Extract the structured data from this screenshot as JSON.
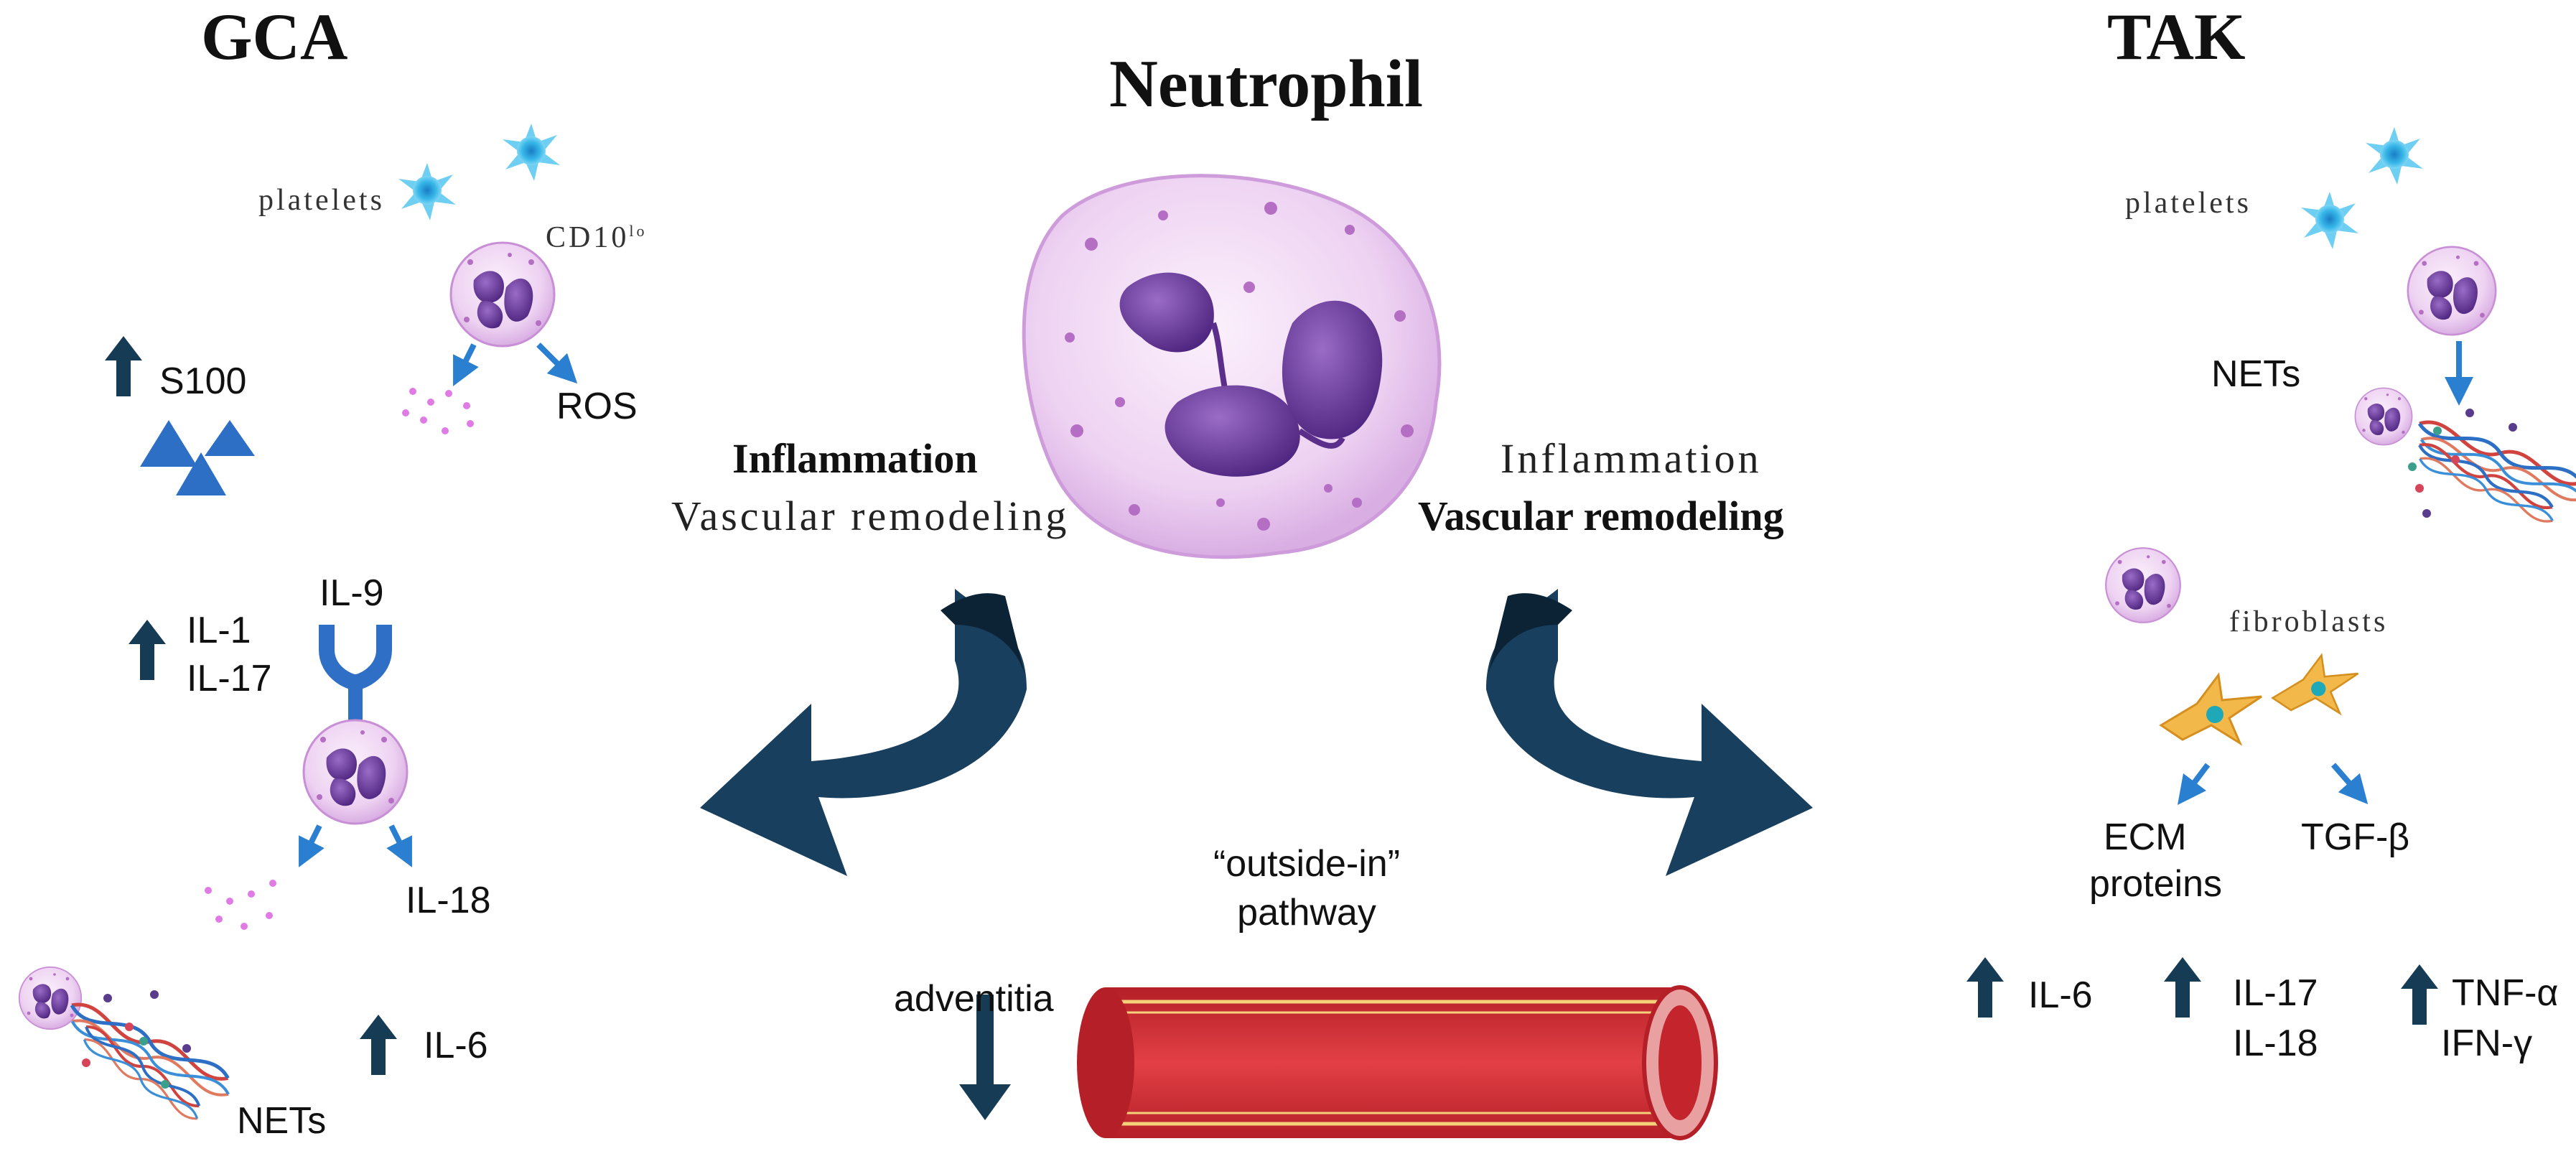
{
  "titles": {
    "left_disease": "GCA",
    "right_disease": "TAK",
    "center": "Neutrophil"
  },
  "center_mechanisms": {
    "left": {
      "primary": "Inflammation",
      "secondary": "Vascular remodeling"
    },
    "right": {
      "secondary": "Inflammation",
      "primary": "Vascular remodeling"
    }
  },
  "pathway_label": "“outside-in” pathway",
  "adventitia_label": "adventitia",
  "gca": {
    "platelets_label": "platelets",
    "cd10_label": "CD10",
    "cd10_superscript": "lo",
    "ros_label": "ROS",
    "s100_label": "S100",
    "il9_label": "IL-9",
    "il1_label": "IL-1",
    "il17_label": "IL-17",
    "il18_label": "IL-18",
    "il6_label": "IL-6",
    "nets_label": "NETs"
  },
  "tak": {
    "platelets_label": "platelets",
    "nets_label": "NETs",
    "fibroblasts_label": "fibroblasts",
    "ecm_label_1": "ECM",
    "ecm_label_2": "proteins",
    "tgfb_label": "TGF-β",
    "il6_label": "IL-6",
    "il17_label": "IL-17",
    "il18_label": "IL-18",
    "tnfa_label": "TNF-α",
    "ifng_label": "IFN-γ"
  },
  "colors": {
    "dark_arrow": "#163b55",
    "blue_arrow": "#2a7fd1",
    "receptor_blue": "#2f6fc6",
    "triangle_blue": "#2d6fc4",
    "platelet_cyan": "#35b6e8",
    "neutrophil_fill": "#eed3f2",
    "nucleus_purple": "#6b3b9c",
    "vessel_red": "#d8323a",
    "fibroblast_orange": "#f0b040"
  }
}
